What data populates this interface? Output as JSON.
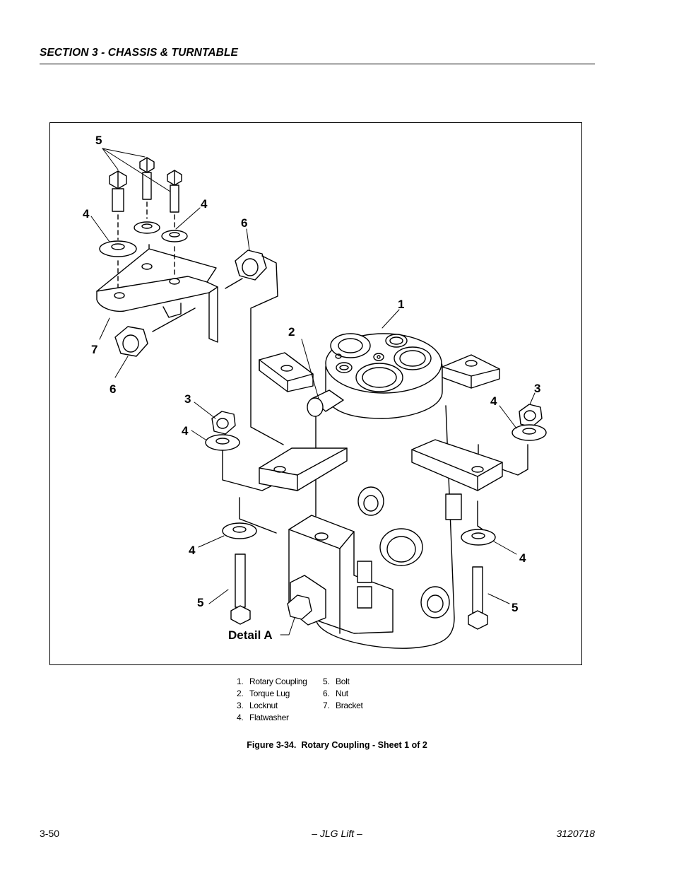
{
  "header": {
    "section_title": "SECTION 3 - CHASSIS & TURNTABLE"
  },
  "figure": {
    "callouts": {
      "c5_top": "5",
      "c4_left": "4",
      "c4_right_top": "4",
      "c6_top": "6",
      "c1": "1",
      "c2": "2",
      "c7": "7",
      "c6_bottom": "6",
      "c3_left": "3",
      "c4_mid_left": "4",
      "c3_right": "3",
      "c4_mid_right": "4",
      "c4_low_left": "4",
      "c4_low_right": "4",
      "c5_low_left": "5",
      "c5_low_right": "5"
    },
    "detail_label": "Detail A"
  },
  "legend": {
    "col1": [
      {
        "num": "1.",
        "text": "Rotary Coupling"
      },
      {
        "num": "2.",
        "text": "Torque Lug"
      },
      {
        "num": "3.",
        "text": "Locknut"
      },
      {
        "num": "4.",
        "text": "Flatwasher"
      }
    ],
    "col2": [
      {
        "num": "5.",
        "text": "Bolt"
      },
      {
        "num": "6.",
        "text": "Nut"
      },
      {
        "num": "7.",
        "text": "Bracket"
      }
    ]
  },
  "caption": {
    "figure_number": "Figure 3-34.",
    "title": "Rotary Coupling - Sheet 1 of 2"
  },
  "footer": {
    "page_number": "3-50",
    "publisher": "– JLG Lift –",
    "doc_number": "3120718"
  }
}
